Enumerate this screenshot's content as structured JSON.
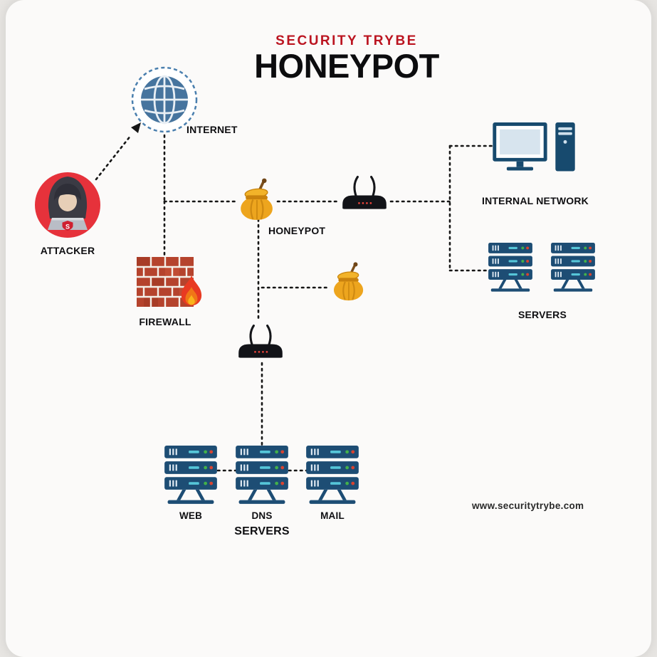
{
  "header": {
    "brand": "SECURITY TRYBE",
    "title": "HONEYPOT"
  },
  "nodes": {
    "internet": {
      "label": "INTERNET"
    },
    "attacker": {
      "label": "ATTACKER"
    },
    "firewall": {
      "label": "FIREWALL"
    },
    "honeypot": {
      "label": "HONEYPOT"
    },
    "internal_network": {
      "label": "INTERNAL NETWORK"
    },
    "servers_right": {
      "label": "SERVERS"
    },
    "servers_bottom": {
      "web": "WEB",
      "dns": "DNS",
      "mail": "MAIL",
      "group": "SERVERS"
    }
  },
  "footer": {
    "website": "www.securitytrybe.com"
  },
  "colors": {
    "brand_red": "#bb1420",
    "attacker_red": "#e6323b",
    "navy": "#1d4d74",
    "honey_gold": "#edа51e",
    "brick_red": "#b5432d",
    "line_black": "#161616",
    "router_black": "#121318",
    "led_green": "#43b04a",
    "led_red": "#d84330",
    "led_cyan": "#56c6d8"
  }
}
